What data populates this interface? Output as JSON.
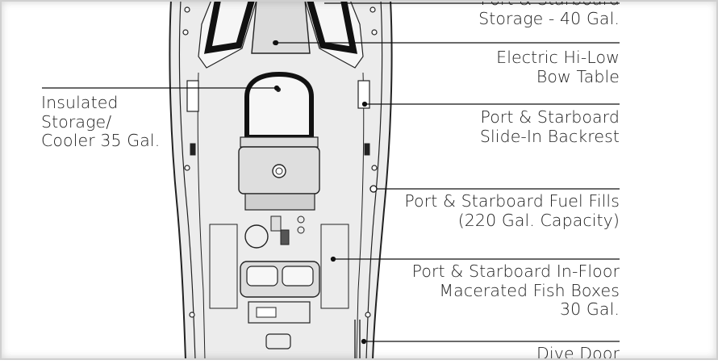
{
  "diagram": {
    "colors": {
      "hull_fill": "#e8e8e8",
      "outline": "#222222",
      "leader_line": "#111111",
      "text": "#222222"
    },
    "callouts": [
      {
        "id": "storage-40",
        "lines": [
          "Port & Starboard",
          "Storage - 40 Gal."
        ]
      },
      {
        "id": "bow-table",
        "lines": [
          "Electric Hi-Low",
          "Bow Table"
        ]
      },
      {
        "id": "insulated-storage",
        "lines": [
          "Insulated",
          "Storage/",
          "Cooler 35 Gal."
        ]
      },
      {
        "id": "backrest",
        "lines": [
          "Port & Starboard",
          "Slide-In Backrest"
        ]
      },
      {
        "id": "fuel-fills",
        "lines": [
          "Port & Starboard Fuel Fills",
          "(220 Gal. Capacity)"
        ]
      },
      {
        "id": "fish-boxes",
        "lines": [
          "Port & Starboard In-Floor",
          "Macerated Fish Boxes",
          "30 Gal."
        ]
      },
      {
        "id": "dive-door",
        "lines": [
          "Dive Door"
        ]
      }
    ]
  }
}
